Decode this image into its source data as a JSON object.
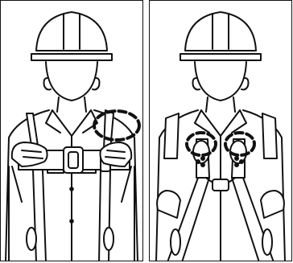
{
  "figure": {
    "panels": [
      {
        "name": "front-view",
        "highlight": "dorsal-d-ring-shoulder-check"
      },
      {
        "name": "front-view",
        "highlight": "chest-connectors"
      }
    ]
  },
  "colors": {
    "ink": "#111111",
    "paper": "#ffffff",
    "dash": "#111111"
  }
}
